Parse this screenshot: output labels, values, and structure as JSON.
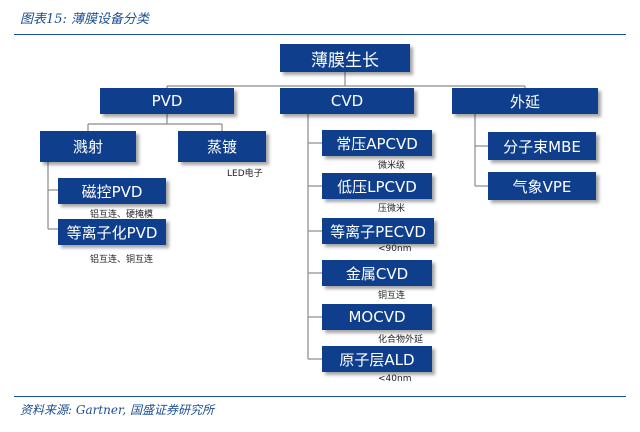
{
  "header": {
    "title": "图表15:  薄膜设备分类"
  },
  "footer": {
    "source": "资料来源:  Gartner,  国盛证券研究所"
  },
  "diagram": {
    "root": "薄膜生长",
    "level1": {
      "pvd": "PVD",
      "cvd": "CVD",
      "epi": "外延"
    },
    "pvd": {
      "sputter": "溅射",
      "evap": "蒸镀",
      "evap_note": "LED电子",
      "magnetron": "磁控PVD",
      "magnetron_note": "铝互连、硬掩模",
      "ionized": "等离子化PVD",
      "ionized_note": "铝互连、铜互连"
    },
    "cvd": [
      {
        "label": "常压APCVD",
        "note": "微米级"
      },
      {
        "label": "低压LPCVD",
        "note": "压微米"
      },
      {
        "label": "等离子PECVD",
        "note": "<90nm"
      },
      {
        "label": "金属CVD",
        "note": "铜互连"
      },
      {
        "label": "MOCVD",
        "note": "化合物外延"
      },
      {
        "label": "原子层ALD",
        "note": "<40nm"
      }
    ],
    "epi": [
      {
        "label": "分子束MBE"
      },
      {
        "label": "气象VPE"
      }
    ]
  }
}
